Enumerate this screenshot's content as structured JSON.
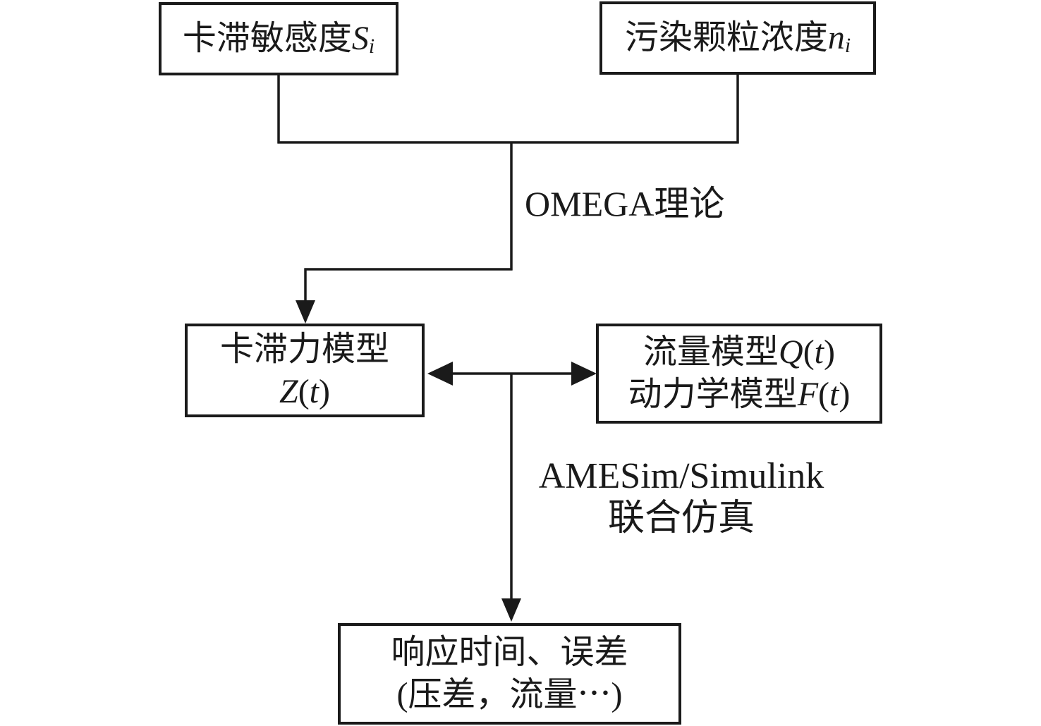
{
  "figure": {
    "background_color": "#ffffff",
    "line_color": "#1a1a1a",
    "boxes": {
      "sensitivity": {
        "label": "卡滞敏感度",
        "symbol": "S",
        "subscript": "i"
      },
      "concentration": {
        "label": "污染颗粒浓度",
        "symbol": "n",
        "subscript": "i"
      },
      "stick_force_model": {
        "title": "卡滞力模型",
        "symbol": "Z",
        "arg_open": "(",
        "arg": "t",
        "arg_close": ")"
      },
      "flow_model": {
        "line1_label": "流量模型",
        "line1_symbol": "Q",
        "line1_open": "(",
        "line1_arg": "t",
        "line1_close": ")",
        "line2_label": "动力学模型",
        "line2_symbol": "F",
        "line2_open": "(",
        "line2_arg": "t",
        "line2_close": ")"
      },
      "output": {
        "line1": "响应时间、误差",
        "line2": "(压差，流量⋯)"
      }
    },
    "edge_labels": {
      "omega_theory": "OMEGA理论",
      "cosim_line1": "AMESim/Simulink",
      "cosim_line2": "联合仿真"
    }
  }
}
